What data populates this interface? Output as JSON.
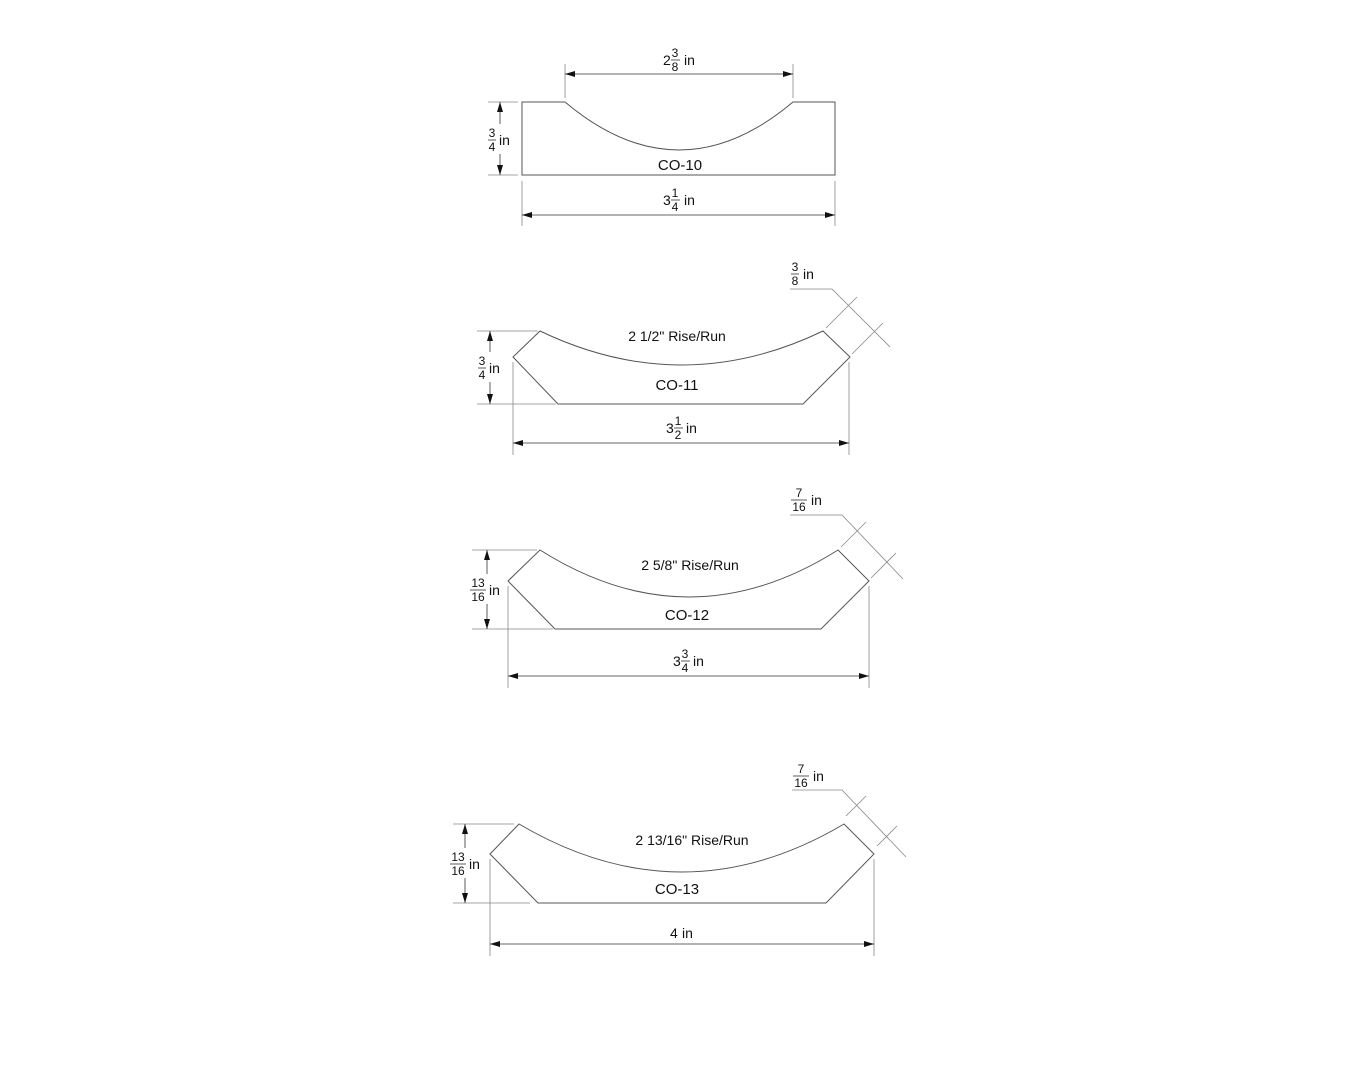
{
  "profiles": [
    {
      "name": "CO-10",
      "top_width": {
        "whole": "2",
        "num": "3",
        "den": "8",
        "unit": "in"
      },
      "height": {
        "num": "3",
        "den": "4",
        "unit": "in"
      },
      "width": {
        "whole": "3",
        "num": "1",
        "den": "4",
        "unit": "in"
      }
    },
    {
      "name": "CO-11",
      "rise_run": "2 1/2\" Rise/Run",
      "thickness": {
        "num": "3",
        "den": "8",
        "unit": "in"
      },
      "height": {
        "num": "3",
        "den": "4",
        "unit": "in"
      },
      "width": {
        "whole": "3",
        "num": "1",
        "den": "2",
        "unit": "in"
      }
    },
    {
      "name": "CO-12",
      "rise_run": "2 5/8\" Rise/Run",
      "thickness": {
        "num": "7",
        "den": "16",
        "unit": "in"
      },
      "height": {
        "num": "13",
        "den": "16",
        "unit": "in"
      },
      "width": {
        "whole": "3",
        "num": "3",
        "den": "4",
        "unit": "in"
      }
    },
    {
      "name": "CO-13",
      "rise_run": "2 13/16\" Rise/Run",
      "thickness": {
        "num": "7",
        "den": "16",
        "unit": "in"
      },
      "height": {
        "num": "13",
        "den": "16",
        "unit": "in"
      },
      "width": {
        "whole": "4",
        "unit": "in"
      }
    }
  ]
}
